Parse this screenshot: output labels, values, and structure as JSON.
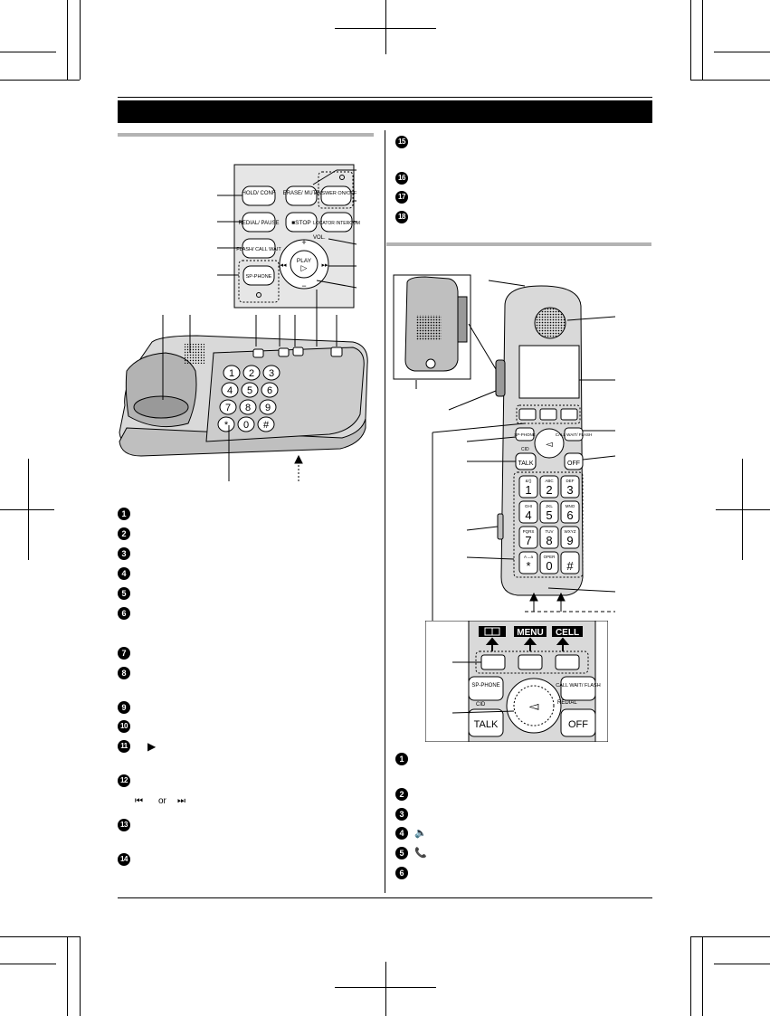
{
  "base_unit": {
    "panel_buttons": {
      "erase_mute": "ERASE/ MUTE",
      "answer_onoff": "ANSWER ON/OFF",
      "hold_conf": "HOLD/ CONF",
      "redial_pause": "REDIAL/ PAUSE",
      "stop": "■STOP",
      "locator_intercom": "LOCATOR INTERCOM",
      "vol": "VOL.",
      "flash_callwait": "FLASH/ CALL WAIT",
      "play": "PLAY",
      "sp_phone": "SP-PHONE",
      "plus": "+",
      "minus": "−"
    },
    "keypad": [
      "1",
      "2",
      "3",
      "4",
      "5",
      "6",
      "7",
      "8",
      "9",
      "*",
      "0",
      "#"
    ],
    "callout_numbers_left": [
      "1",
      "2",
      "3",
      "4",
      "5",
      "6",
      "7",
      "8",
      "9",
      "10",
      "11",
      "12",
      "13",
      "14"
    ],
    "callout_glyphs": {
      "play_triangle": "▶",
      "skip_back": "⏮",
      "skip_fwd": "⏭",
      "or": "or"
    },
    "callout_numbers_right_top": [
      "15",
      "16",
      "17",
      "18"
    ]
  },
  "handset": {
    "keypad": [
      {
        "digit": "1",
        "letters": "&'()"
      },
      {
        "digit": "2",
        "letters": "ABC"
      },
      {
        "digit": "3",
        "letters": "DEF"
      },
      {
        "digit": "4",
        "letters": "GHI"
      },
      {
        "digit": "5",
        "letters": "JKL"
      },
      {
        "digit": "6",
        "letters": "MNO"
      },
      {
        "digit": "7",
        "letters": "PQRS"
      },
      {
        "digit": "8",
        "letters": "TUV"
      },
      {
        "digit": "9",
        "letters": "WXYZ"
      },
      {
        "digit": "*",
        "letters": "A→a"
      },
      {
        "digit": "0",
        "letters": "OPER"
      },
      {
        "digit": "#",
        "letters": ""
      }
    ],
    "buttons": {
      "sp_phone": "SP-PHONE",
      "callwait_flash": "CALL WAIT/ FLASH",
      "cid": "CID",
      "talk": "TALK",
      "redial": "REDIAL",
      "off": "OFF"
    },
    "detail_soft_labels": [
      "📖",
      "MENU",
      "CELL"
    ],
    "detail_soft_label_phonebook": "phonebook-icon",
    "callout_numbers": [
      "1",
      "2",
      "3",
      "4",
      "5",
      "6"
    ],
    "callout_glyphs": {
      "speaker": "🔈",
      "talk_icon": "📞"
    }
  }
}
